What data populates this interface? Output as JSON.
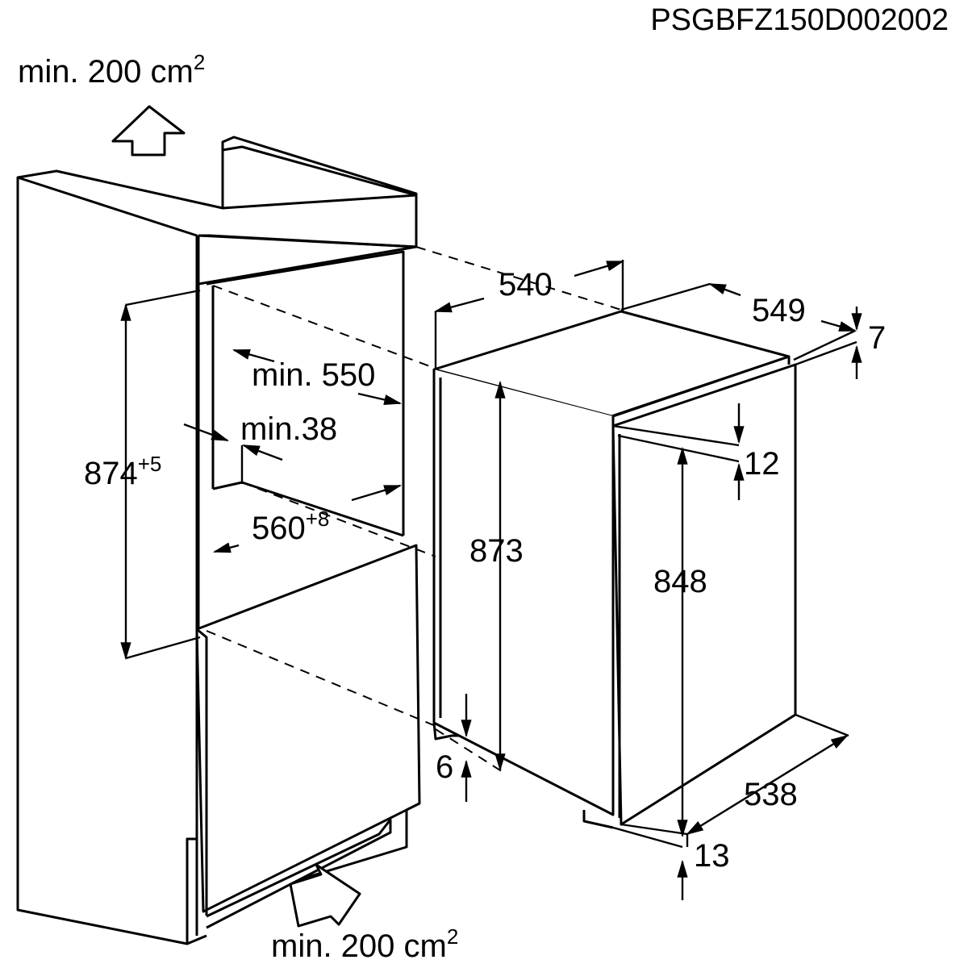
{
  "document_code": "PSGBFZ150D002002",
  "ventilation": {
    "top_label": "min. 200 cm",
    "top_exp": "2",
    "bottom_label": "min. 200 cm",
    "bottom_exp": "2"
  },
  "niche": {
    "height": "874",
    "height_tol": "+5",
    "depth_min": "min. 550",
    "side_gap_min": "min.38",
    "width": "560",
    "width_tol": "+8"
  },
  "appliance": {
    "width": "540",
    "depth": "549",
    "top_offset": "7",
    "door_offset": "12",
    "height": "873",
    "door_height": "848",
    "foot_height": "6",
    "door_width": "538",
    "bottom_offset": "13"
  },
  "colors": {
    "line": "#000000",
    "background": "#ffffff"
  }
}
